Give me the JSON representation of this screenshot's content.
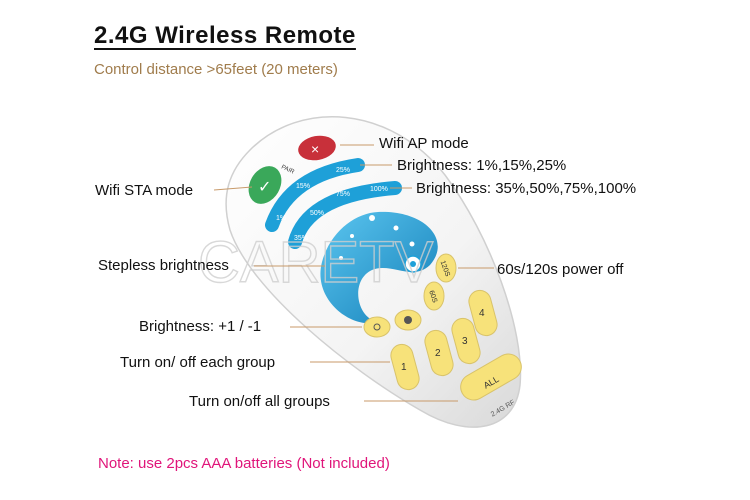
{
  "header": {
    "title": "2.4G Wireless Remote",
    "subtitle": "Control distance >65feet (20 meters)"
  },
  "labels": {
    "wifi_ap": "Wifi AP mode",
    "brightness_low": "Brightness: 1%,15%,25%",
    "wifi_sta": "Wifi STA mode",
    "brightness_high": "Brightness: 35%,50%,75%,100%",
    "stepless": "Stepless brightness",
    "power_off": "60s/120s power off",
    "brightness_step": "Brightness: +1 / -1",
    "group_onoff": "Turn on/ off each group",
    "all_onoff": "Turn on/off all groups"
  },
  "remote": {
    "pair": "PAIR",
    "close_symbol": "×",
    "check_symbol": "✓",
    "pct_1": "1%",
    "pct_15": "15%",
    "pct_25": "25%",
    "pct_35": "35%",
    "pct_50": "50%",
    "pct_75": "75%",
    "pct_100": "100%",
    "timer_120": "120S",
    "timer_60": "60S",
    "group_1": "1",
    "group_2": "2",
    "group_3": "3",
    "group_4": "4",
    "all": "ALL",
    "brand": "2.4G RF"
  },
  "watermark": "CARETV",
  "note": "Note: use 2pcs AAA batteries (Not included)",
  "colors": {
    "subtitle": "#a07c4c",
    "note": "#e0157a",
    "wheel_blue": "#1ea0d8",
    "button_yellow": "#f7e27a",
    "check_green": "#3aa85a",
    "close_red": "#c8303a"
  }
}
